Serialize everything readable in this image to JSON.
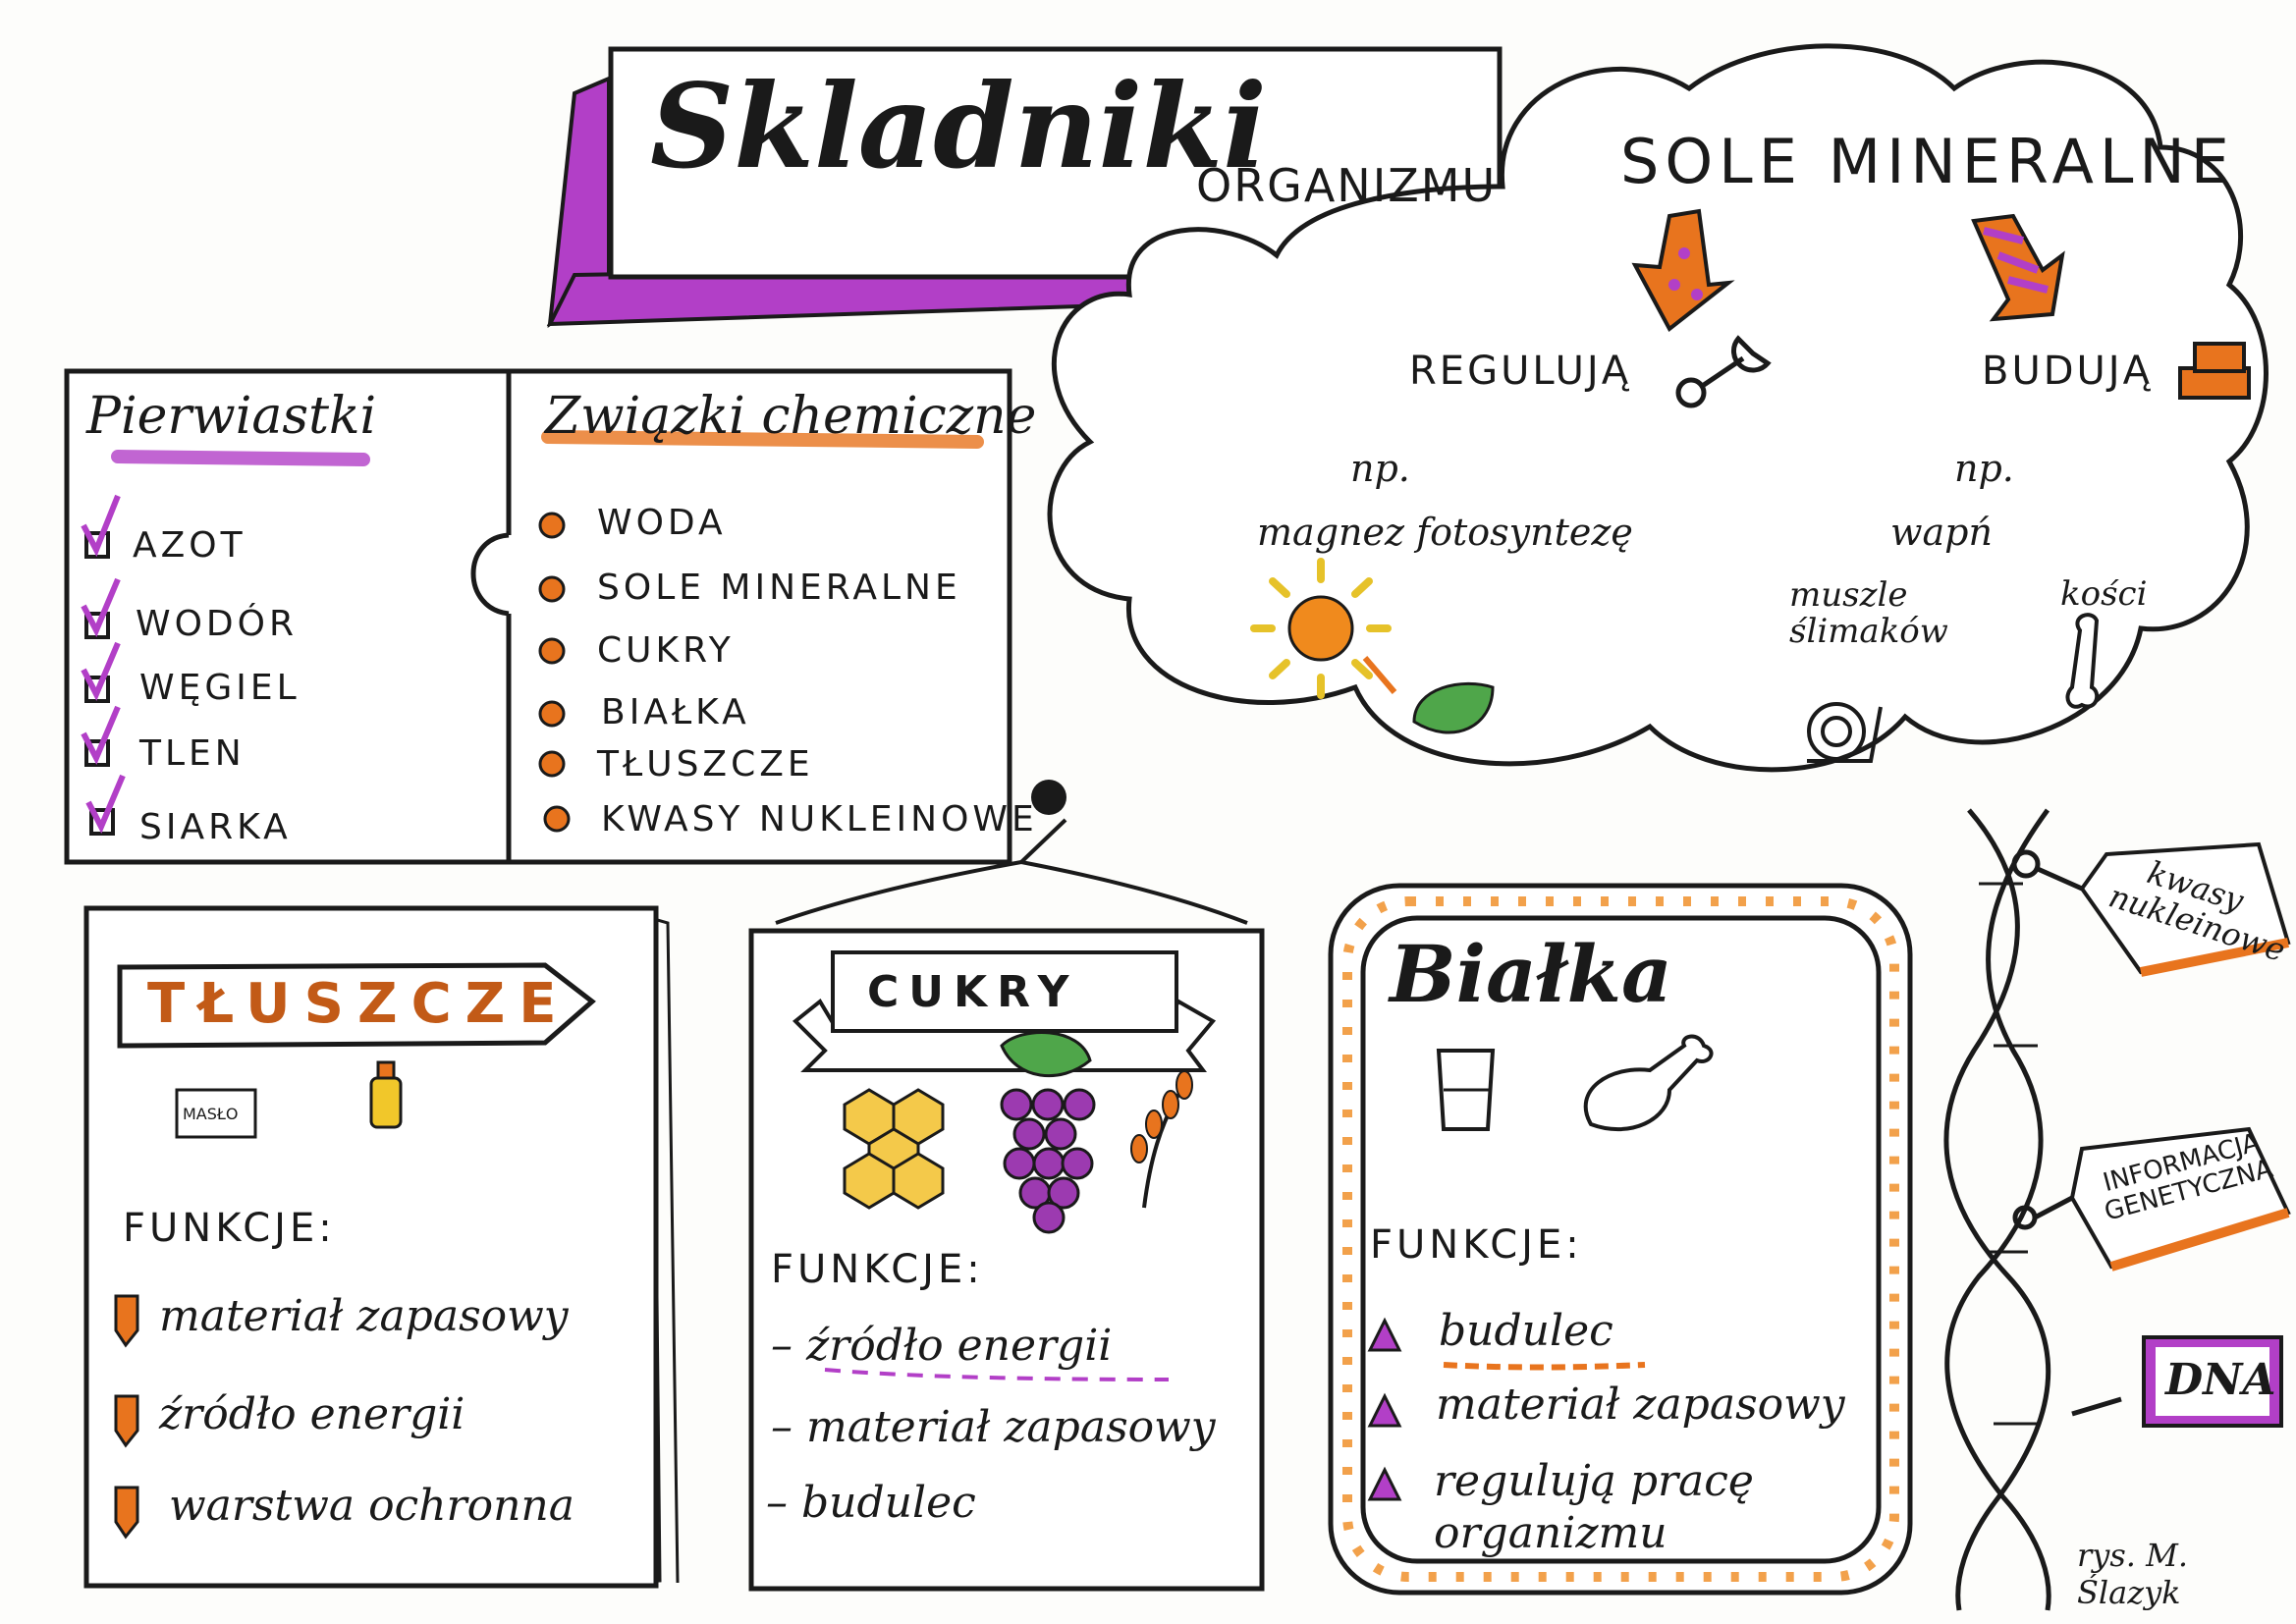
{
  "title": {
    "main": "Skladniki",
    "sub": "ORGANIZMU"
  },
  "elements": {
    "header": "Pierwiastki",
    "items": [
      "AZOT",
      "WODÓR",
      "WĘGIEL",
      "TLEN",
      "SIARKA"
    ]
  },
  "compounds": {
    "header": "Związki chemiczne",
    "items": [
      "WODA",
      "SOLE MINERALNE",
      "CUKRY",
      "BIAŁKA",
      "TŁUSZCZE",
      "KWASY NUKLEINOWE"
    ]
  },
  "sole": {
    "title": "SOLE MINERALNE",
    "left": {
      "label": "REGULUJĄ",
      "np": "np.",
      "example": "magnez fotosyntezę"
    },
    "right": {
      "label": "BUDUJĄ",
      "np": "np.",
      "example": "wapń",
      "sub1": "muszle ślimaków",
      "sub2": "kości"
    }
  },
  "tluszcze": {
    "title": "TŁUSZCZE",
    "butter_label": "MASŁO",
    "functions_label": "FUNKCJE:",
    "functions": [
      "materiał zapasowy",
      "źródło energii",
      "warstwa ochronna"
    ]
  },
  "cukry": {
    "title": "CUKRY",
    "functions_label": "FUNKCJE:",
    "functions": [
      "– źródło energii",
      "– materiał zapasowy",
      "– budulec"
    ]
  },
  "bialka": {
    "title": "Białka",
    "functions_label": "FUNKCJE:",
    "functions": [
      "budulec",
      "materiał zapasowy",
      "regulują pracę organizmu"
    ]
  },
  "dna": {
    "tag1": "kwasy nukleinowe",
    "tag2": "INFORMACJA GENETYCZNA",
    "label": "DNA"
  },
  "credit": "rys. M. Ślazyk",
  "colors": {
    "purple": "#b23fc7",
    "orange": "#e8741e",
    "ink": "#1a1a1a"
  }
}
